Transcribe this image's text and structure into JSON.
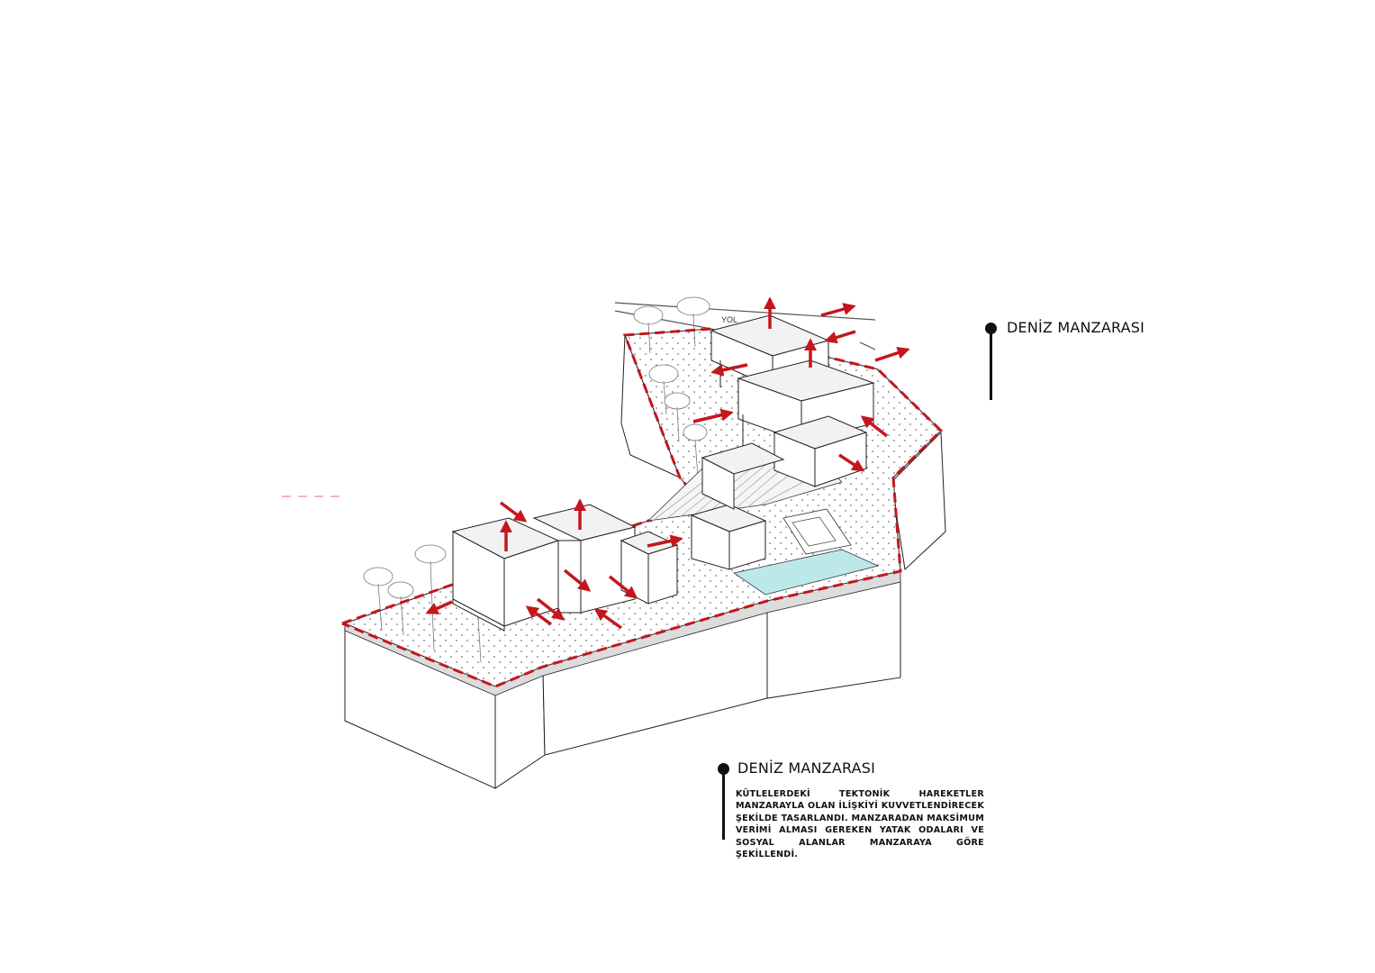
{
  "road_label": "YOL",
  "callouts": [
    {
      "title": "DENİZ MANZARASI"
    },
    {
      "title": "DENİZ MANZARASI",
      "description": "KÜTLELERDEKİ TEKTONİK HAREKETLER MANZARAYLA OLAN İLİŞKİYİ KUVVETLENDİRECEK ŞEKİLDE TASARLANDI. MANZARADAN MAKSİMUM VERİMİ ALMASI GEREKEN YATAK ODALARI VE SOSYAL ALANLAR MANZARAYA GÖRE ŞEKİLLENDİ."
    }
  ],
  "colors": {
    "boundary": "#c4161c",
    "arrow": "#c4161c",
    "pool": "#bde8ea",
    "roof": "#f2f2f2",
    "line": "#222222"
  }
}
